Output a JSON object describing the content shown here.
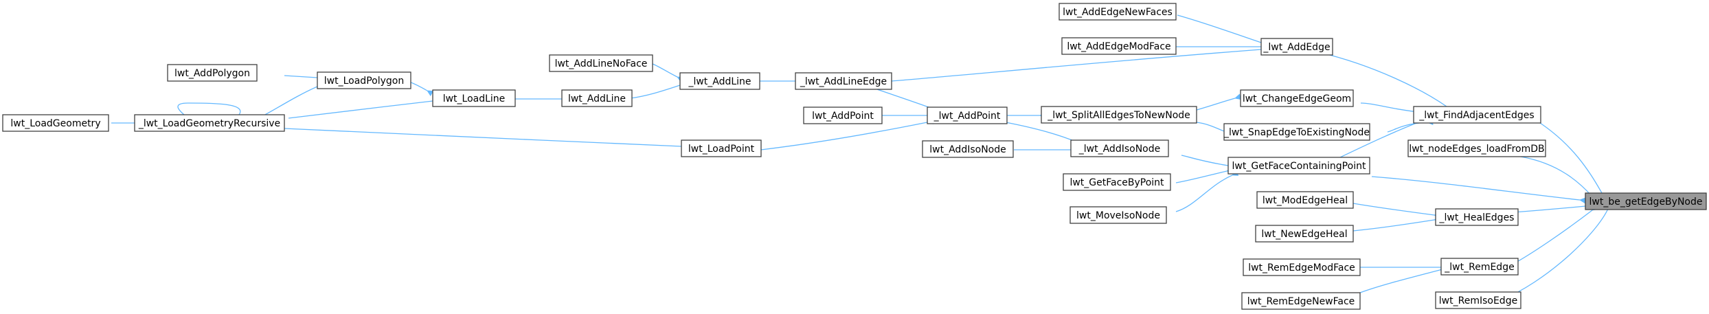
{
  "graph": {
    "root": "lwt_be_getEdgeByNode",
    "accent_color": "#63b8ff",
    "root_fill": "#999999",
    "nodes": {
      "n_getEdgeByNode": "lwt_be_getEdgeByNode",
      "n_findAdjacentEdges": "_lwt_FindAdjacentEdges",
      "n_nodeEdgesLoad": "lwt_nodeEdges_loadFromDB",
      "n_getFaceContaining": "lwt_GetFaceContainingPoint",
      "n_healEdges": "_lwt_HealEdges",
      "n_remEdge": "_lwt_RemEdge",
      "n_remIsoEdge": "lwt_RemIsoEdge",
      "n_addEdge": "_lwt_AddEdge",
      "n_changeEdgeGeom": "lwt_ChangeEdgeGeom",
      "n_snapEdge": "_lwt_SnapEdgeToExistingNode",
      "n_addEdgeNewFaces": "lwt_AddEdgeNewFaces",
      "n_addEdgeModFace": "lwt_AddEdgeModFace",
      "n_addLineEdge": "_lwt_AddLineEdge",
      "n_splitAll": "_lwt_SplitAllEdgesToNewNode",
      "n_addPointPriv": "_lwt_AddPoint",
      "n_addIsoNodePriv": "_lwt_AddIsoNode",
      "n_getFaceByPoint": "lwt_GetFaceByPoint",
      "n_moveIsoNode": "lwt_MoveIsoNode",
      "n_modEdgeHeal": "lwt_ModEdgeHeal",
      "n_newEdgeHeal": "lwt_NewEdgeHeal",
      "n_remEdgeModFace": "lwt_RemEdgeModFace",
      "n_remEdgeNewFace": "lwt_RemEdgeNewFace",
      "n_addLinePriv": "_lwt_AddLine",
      "n_addLineNoFace": "lwt_AddLineNoFace",
      "n_addLine": "lwt_AddLine",
      "n_loadLine": "lwt_LoadLine",
      "n_loadPolygon": "lwt_LoadPolygon",
      "n_addPolygon": "lwt_AddPolygon",
      "n_loadGeomRec": "_lwt_LoadGeometryRecursive",
      "n_loadGeometry": "lwt_LoadGeometry",
      "n_loadPoint": "lwt_LoadPoint",
      "n_addPoint": "lwt_AddPoint",
      "n_addIsoNode": "lwt_AddIsoNode"
    }
  }
}
